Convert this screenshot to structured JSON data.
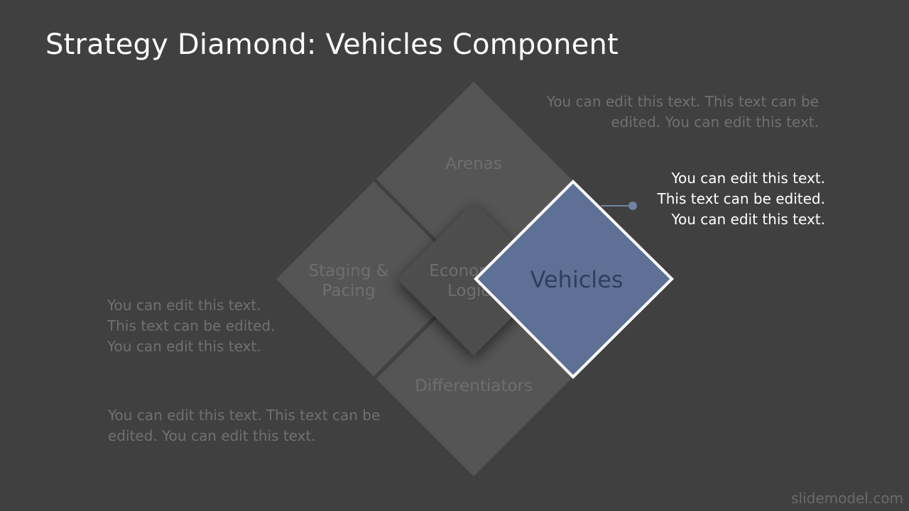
{
  "slide": {
    "title": "Strategy Diamond: Vehicles Component",
    "watermark": "slidemodel.com"
  },
  "diagram": {
    "labels": {
      "arenas": "Arenas",
      "staging_line1": "Staging &",
      "staging_line2": "Pacing",
      "economic_line1": "Economic",
      "economic_line2": "Logic",
      "differentiators": "Differentiators",
      "vehicles": "Vehicles"
    },
    "colors": {
      "background": "#404040",
      "dim_tile": "#555555",
      "center_tile": "#4d4d4d",
      "active_tile": "#5e7096",
      "active_border": "#ffffff",
      "connector": "#6f82a5"
    }
  },
  "notes": {
    "top_right": "You can edit this text. This text can be\nedited. You can edit this text.",
    "vehicles": "You can edit this text.\nThis text can be edited.\nYou can edit this text.",
    "left": "You can edit this text.\nThis text can be edited.\nYou can edit this text.",
    "bottom_left": "You can edit this text. This text can be\nedited. You can edit this text."
  }
}
